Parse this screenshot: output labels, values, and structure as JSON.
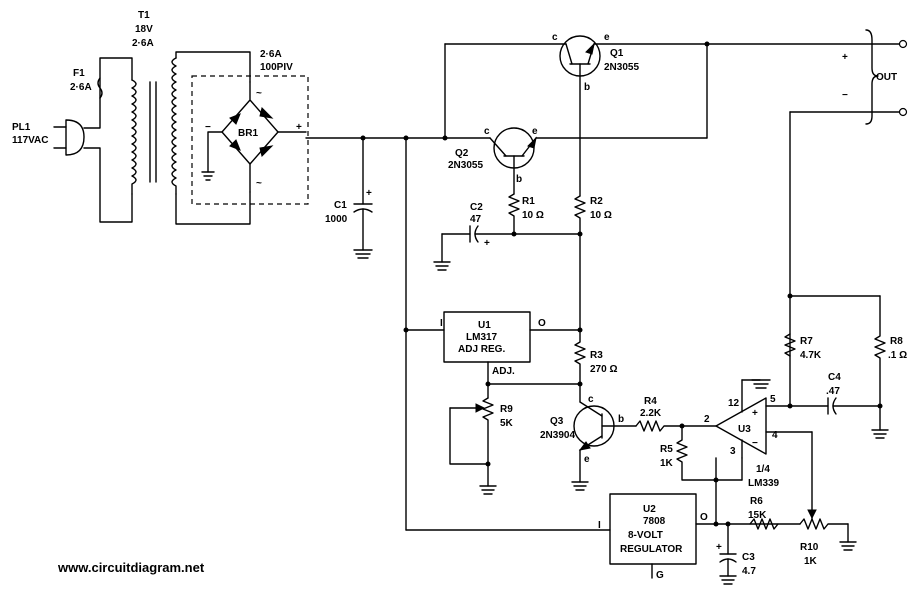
{
  "labels": {
    "t1_name": "T1",
    "t1_volt": "18V",
    "t1_amp": "2·6A",
    "f1_name": "F1",
    "f1_val": "2·6A",
    "pl1_name": "PL1",
    "pl1_val": "117VAC",
    "br_rating1": "2·6A",
    "br_rating2": "100PIV",
    "br_name": "BR1",
    "br_ac": "~",
    "minus": "−",
    "plus": "+",
    "c1_name": "C1",
    "c1_val": "1000",
    "q1_name": "Q1",
    "q1_part": "2N3055",
    "q2_name": "Q2",
    "q2_part": "2N3055",
    "q3_name": "Q3",
    "q3_part": "2N3904",
    "pin_c": "c",
    "pin_e": "e",
    "pin_b": "b",
    "c2_name": "C2",
    "c2_val": "47",
    "r1_name": "R1",
    "r1_val": "10 Ω",
    "r2_name": "R2",
    "r2_val": "10 Ω",
    "r3_name": "R3",
    "r3_val": "270 Ω",
    "r4_name": "R4",
    "r4_val": "2.2K",
    "r5_name": "R5",
    "r5_val": "1K",
    "r6_name": "R6",
    "r6_val": "15K",
    "r7_name": "R7",
    "r7_val": "4.7K",
    "r8_name": "R8",
    "r8_val": ".1 Ω",
    "r9_name": "R9",
    "r9_val": "5K",
    "r10_name": "R10",
    "r10_val": "1K",
    "c3_name": "C3",
    "c3_val": "4.7",
    "c4_name": "C4",
    "c4_val": ".47",
    "u1_name": "U1",
    "u1_part": "LM317",
    "u1_desc": "ADJ REG.",
    "u1_in": "I",
    "u1_out": "O",
    "u1_adj": "ADJ.",
    "u2_name": "U2",
    "u2_part": "7808",
    "u2_desc1": "8-VOLT",
    "u2_desc2": "REGULATOR",
    "u2_in": "I",
    "u2_out": "O",
    "u2_gnd": "G",
    "u3_name": "U3",
    "u3_frac": "1/4",
    "u3_part": "LM339",
    "u3_pin2": "2",
    "u3_pin3": "3",
    "u3_pin4": "4",
    "u3_pin5": "5",
    "u3_pin12": "12",
    "out_label": "OUT",
    "out_plus": "+",
    "out_minus": "−",
    "website": "www.circuitdiagram.net"
  }
}
